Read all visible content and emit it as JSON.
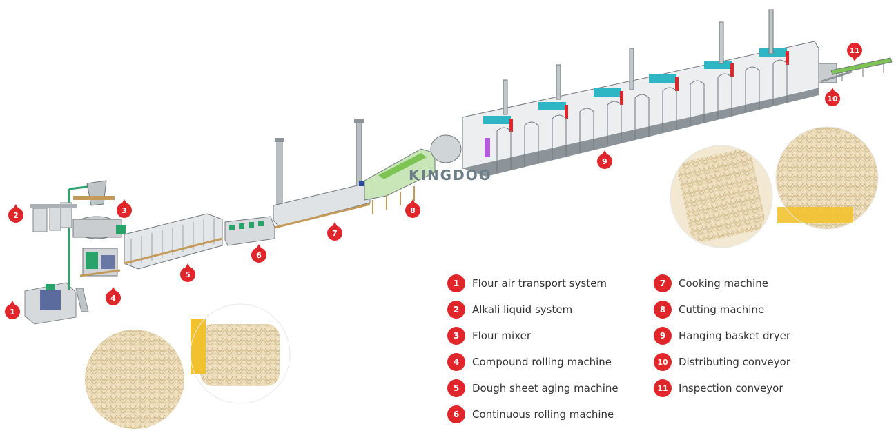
{
  "logo_text": "KINGDOO",
  "colors": {
    "badge": "#e0262a",
    "machine_teal": "#2fb6c4",
    "machine_red": "#e0262a",
    "machine_grey": "#8c9499"
  },
  "legend": [
    {
      "num": "1",
      "label": "Flour air transport system"
    },
    {
      "num": "2",
      "label": "Alkali liquid system"
    },
    {
      "num": "3",
      "label": "Flour mixer"
    },
    {
      "num": "4",
      "label": "Compound rolling machine"
    },
    {
      "num": "5",
      "label": "Dough sheet aging machine"
    },
    {
      "num": "6",
      "label": "Continuous rolling machine"
    },
    {
      "num": "7",
      "label": "Cooking machine"
    },
    {
      "num": "8",
      "label": "Cutting machine"
    },
    {
      "num": "9",
      "label": "Hanging basket dryer"
    },
    {
      "num": "10",
      "label": "Distributing conveyor"
    },
    {
      "num": "11",
      "label": "Inspection conveyor"
    }
  ],
  "pins": [
    "1",
    "2",
    "3",
    "4",
    "5",
    "6",
    "7",
    "8",
    "9",
    "10",
    "11"
  ]
}
